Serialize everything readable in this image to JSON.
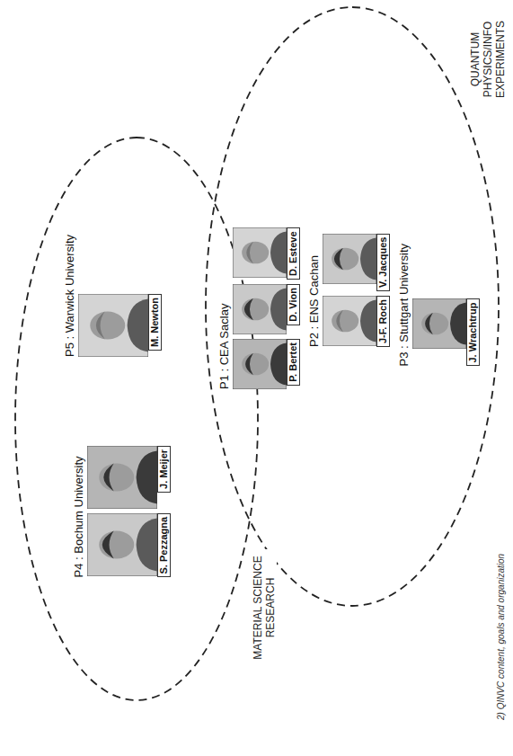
{
  "diagram": {
    "caption": "2) QINVC content, goals and organization",
    "nodes": [
      {
        "text": [
          "MATERIAL SCIENCE RESEARCH"
        ]
      },
      {
        "text": [
          "P4 : Bochum University"
        ],
        "in": 0
      },
      {
        "text": [
          "S. Pezzagna"
        ],
        "in": 1
      },
      {
        "text": [
          "J. Meijer"
        ],
        "in": 1
      },
      {
        "text": [
          "P5 : Warwick University"
        ],
        "in": 0
      },
      {
        "text": [
          "M. Newton"
        ],
        "in": 4
      },
      {
        "text": [
          "QUANTUM PHYSICS/INFO EXPERIMENTS"
        ]
      },
      {
        "text": [
          "P1 : CEA Saclay"
        ],
        "in": 6
      },
      {
        "text": [
          "P. Bertet"
        ],
        "in": 7
      },
      {
        "text": [
          "D. Vion"
        ],
        "in": 7
      },
      {
        "text": [
          "D. Esteve"
        ],
        "in": 7
      },
      {
        "text": [
          "P2 : ENS Cachan"
        ],
        "in": 6
      },
      {
        "text": [
          "J-F. Roch"
        ],
        "in": 11
      },
      {
        "text": [
          "V. Jacques"
        ],
        "in": 11
      },
      {
        "text": [
          "P3 : Stuttgart University"
        ],
        "in": 6
      },
      {
        "text": [
          "J. Wrachtrup"
        ],
        "in": 14
      }
    ],
    "edges": []
  }
}
